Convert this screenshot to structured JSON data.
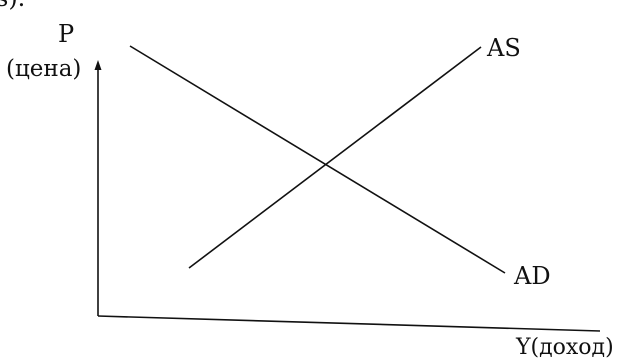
{
  "header_fragment": "s).",
  "axes": {
    "y_label_line1": "P",
    "y_label_line2": "(цена)",
    "x_label": "Y(доход)"
  },
  "curves": {
    "supply_label": "AS",
    "demand_label": "AD"
  },
  "colors": {
    "ink": "#111111",
    "background": "#ffffff"
  }
}
